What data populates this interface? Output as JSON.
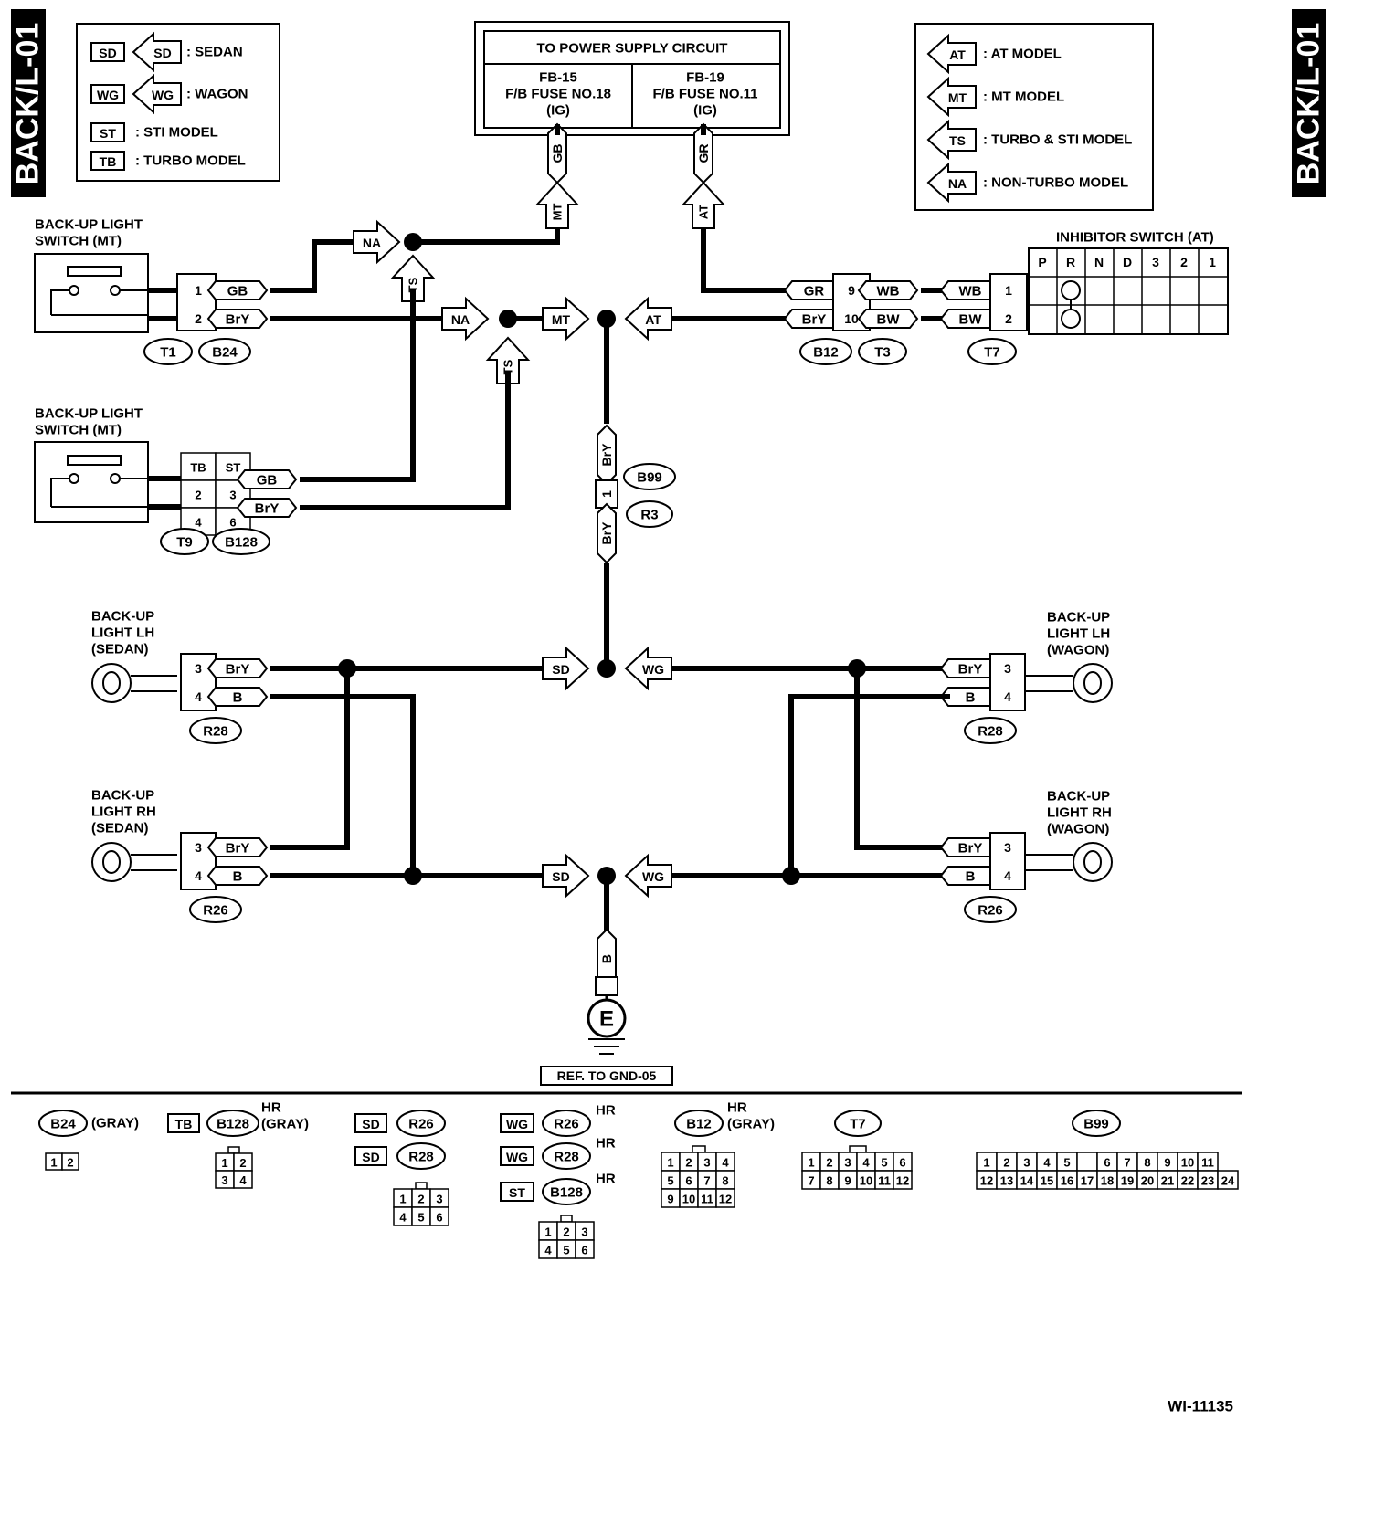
{
  "page_tag": "BACK/L-01",
  "figure_id": "WI-11135",
  "legend_left": [
    {
      "code": "SD",
      "text": ": SEDAN"
    },
    {
      "code": "WG",
      "text": ": WAGON"
    },
    {
      "code": "ST",
      "text": ": STI MODEL"
    },
    {
      "code": "TB",
      "text": ": TURBO MODEL"
    }
  ],
  "legend_right": [
    {
      "code": "AT",
      "text": ": AT MODEL"
    },
    {
      "code": "MT",
      "text": ": MT MODEL"
    },
    {
      "code": "TS",
      "text": ": TURBO & STI MODEL"
    },
    {
      "code": "NA",
      "text": ": NON-TURBO MODEL"
    }
  ],
  "power_supply": {
    "title": "TO POWER SUPPLY CIRCUIT",
    "left": [
      "FB-15",
      "F/B FUSE NO.18",
      "(IG)"
    ],
    "right": [
      "FB-19",
      "F/B FUSE NO.11",
      "(IG)"
    ]
  },
  "wires": {
    "GB": "GB",
    "GR": "GR",
    "BrY": "BrY",
    "WB": "WB",
    "BW": "BW",
    "B": "B"
  },
  "arrows": {
    "NA": "NA",
    "TS": "TS",
    "MT": "MT",
    "AT": "AT",
    "SD": "SD",
    "WG": "WG"
  },
  "components": {
    "bu_switch_1": [
      "BACK-UP LIGHT",
      "SWITCH (MT)"
    ],
    "bu_switch_2": [
      "BACK-UP LIGHT",
      "SWITCH (MT)"
    ],
    "inhibitor": "INHIBITOR SWITCH (AT)",
    "inhibitor_positions": [
      "P",
      "R",
      "N",
      "D",
      "3",
      "2",
      "1"
    ],
    "lh_sedan": [
      "BACK-UP",
      "LIGHT LH",
      "(SEDAN)"
    ],
    "rh_sedan": [
      "BACK-UP",
      "LIGHT RH",
      "(SEDAN)"
    ],
    "lh_wagon": [
      "BACK-UP",
      "LIGHT LH",
      "(WAGON)"
    ],
    "rh_wagon": [
      "BACK-UP",
      "LIGHT RH",
      "(WAGON)"
    ],
    "ground": "E",
    "ground_ref": "REF. TO GND-05"
  },
  "connectors": {
    "T1": "T1",
    "B24": "B24",
    "B12": "B12",
    "T3": "T3",
    "T7": "T7",
    "T9": "T9",
    "B128": "B128",
    "B99": "B99",
    "R3": "R3",
    "R28": "R28",
    "R26": "R26"
  },
  "pins": {
    "sw1": [
      "1",
      "2"
    ],
    "sw2_head": [
      "TB",
      "ST"
    ],
    "sw2_row1": [
      "2",
      "3"
    ],
    "sw2_row2": [
      "4",
      "6"
    ],
    "b12_t3": [
      "9",
      "10"
    ],
    "t7": [
      "1",
      "2"
    ],
    "b99": "1",
    "lamp": [
      "3",
      "4"
    ]
  },
  "connector_views": {
    "b24": {
      "label": "B24",
      "note": "(GRAY)",
      "pins": [
        "1",
        "2"
      ]
    },
    "b128": {
      "tag": "TB",
      "label": "B128",
      "hr": "HR",
      "note": "(GRAY)",
      "pins": [
        [
          "1",
          "2"
        ],
        [
          "3",
          "4"
        ]
      ]
    },
    "sd_group": {
      "rows": [
        {
          "tag": "SD",
          "label": "R26"
        },
        {
          "tag": "SD",
          "label": "R28"
        }
      ],
      "pins": [
        [
          "1",
          "2",
          "3"
        ],
        [
          "4",
          "5",
          "6"
        ]
      ]
    },
    "wg_group": {
      "rows": [
        {
          "tag": "WG",
          "label": "R26",
          "hr": "HR"
        },
        {
          "tag": "WG",
          "label": "R28",
          "hr": "HR"
        },
        {
          "tag": "ST",
          "label": "B128",
          "hr": "HR"
        }
      ],
      "pins": [
        [
          "1",
          "2",
          "3"
        ],
        [
          "4",
          "5",
          "6"
        ]
      ]
    },
    "b12": {
      "label": "B12",
      "hr": "HR",
      "note": "(GRAY)",
      "pins": [
        [
          "1",
          "2",
          "3",
          "4"
        ],
        [
          "5",
          "6",
          "7",
          "8"
        ],
        [
          "9",
          "10",
          "11",
          "12"
        ]
      ]
    },
    "t7": {
      "label": "T7",
      "pins": [
        [
          "1",
          "2",
          "3",
          "4",
          "5",
          "6"
        ],
        [
          "7",
          "8",
          "9",
          "10",
          "11",
          "12"
        ]
      ]
    },
    "b99": {
      "label": "B99",
      "pins": [
        [
          "1",
          "2",
          "3",
          "4",
          "5",
          "",
          "6",
          "7",
          "8",
          "9",
          "10",
          "11"
        ],
        [
          "12",
          "13",
          "14",
          "15",
          "16",
          "17",
          "18",
          "19",
          "20",
          "21",
          "22",
          "23",
          "24"
        ]
      ]
    }
  }
}
